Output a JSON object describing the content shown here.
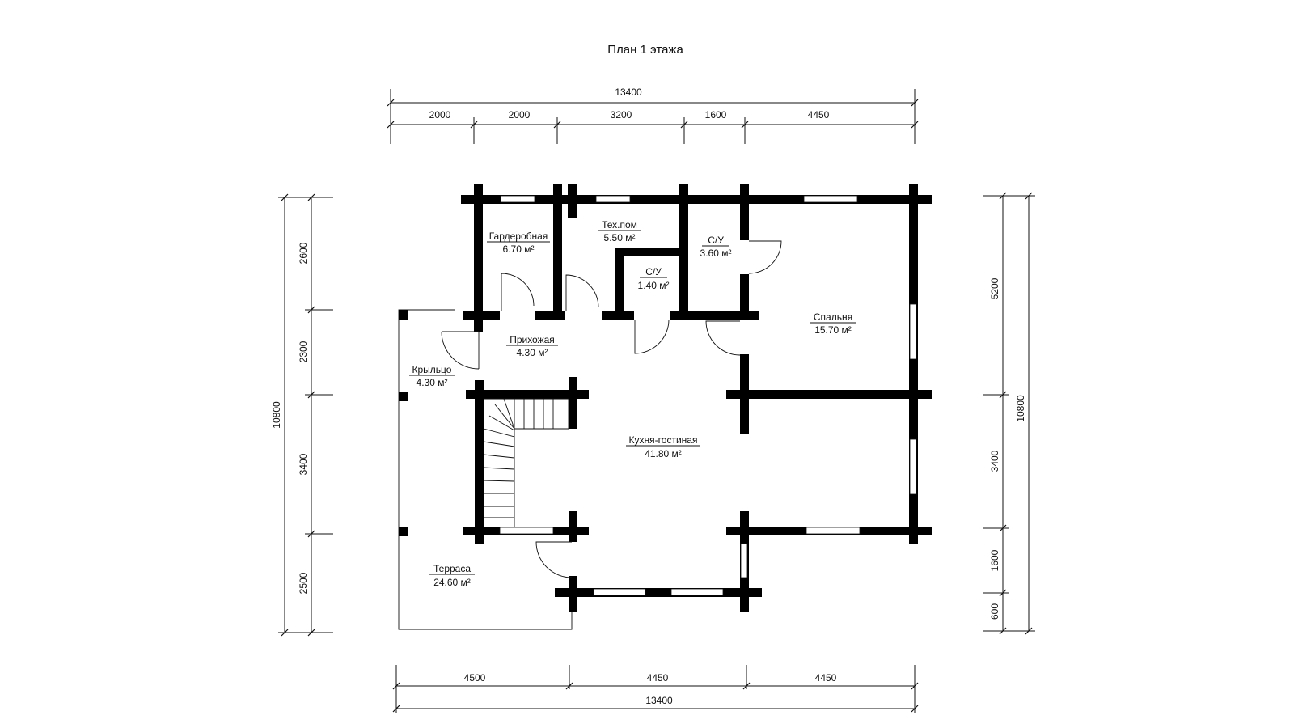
{
  "title": "План 1 этажа",
  "dimensions": {
    "top_total": "13400",
    "top_segments": [
      "2000",
      "2000",
      "3200",
      "1600",
      "4450"
    ],
    "bottom_segments": [
      "4500",
      "4450",
      "4450"
    ],
    "bottom_total": "13400",
    "left_total": "10800",
    "left_segments": [
      "2600",
      "2300",
      "3400",
      "2500"
    ],
    "right_total": "10800",
    "right_segments": [
      "5200",
      "3400",
      "1600",
      "600"
    ]
  },
  "rooms": [
    {
      "name": "Гардеробная",
      "area": "6.70 м²"
    },
    {
      "name": "Тех.пом",
      "area": "5.50 м²"
    },
    {
      "name": "С/У",
      "area": "3.60 м²"
    },
    {
      "name": "С/У",
      "area": "1.40 м²"
    },
    {
      "name": "Прихожая",
      "area": "4.30 м²"
    },
    {
      "name": "Крыльцо",
      "area": "4.30 м²"
    },
    {
      "name": "Спальня",
      "area": "15.70 м²"
    },
    {
      "name": "Кухня-гостиная",
      "area": "41.80 м²"
    },
    {
      "name": "Терраса",
      "area": "24.60 м²"
    }
  ]
}
